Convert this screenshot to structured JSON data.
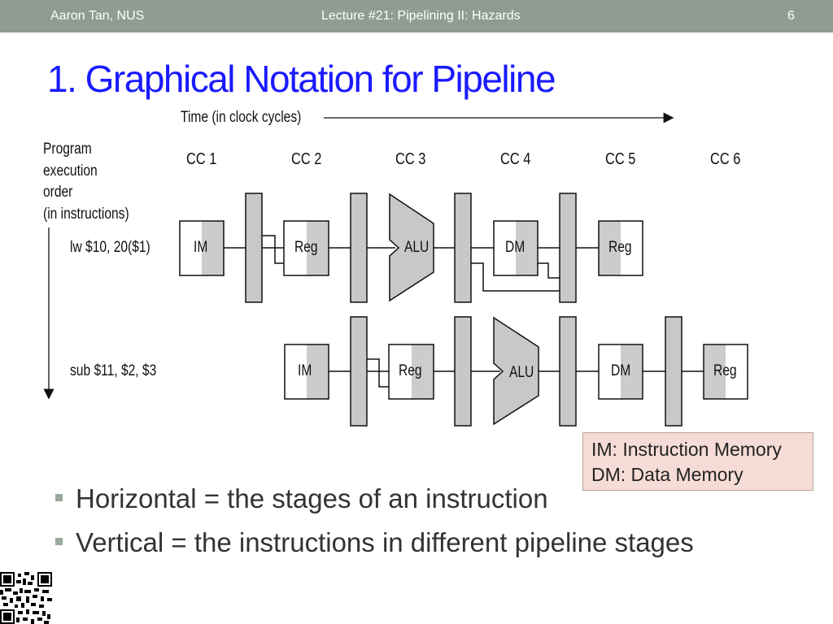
{
  "header": {
    "author": "Aaron Tan, NUS",
    "lecture": "Lecture #21: Pipelining II: Hazards",
    "page": "6"
  },
  "slide": {
    "title": "1. Graphical Notation for Pipeline",
    "time_label": "Time (in clock cycles)",
    "order_label": [
      "Program",
      "execution",
      "order",
      "(in instructions)"
    ],
    "clock_cycles": [
      "CC 1",
      "CC 2",
      "CC 3",
      "CC 4",
      "CC 5",
      "CC 6"
    ],
    "instructions": [
      "lw $10, 20($1)",
      "sub $11, $2, $3"
    ],
    "stages": {
      "im": "IM",
      "reg": "Reg",
      "alu": "ALU",
      "dm": "DM"
    },
    "legend": [
      "IM: Instruction Memory",
      "DM: Data Memory"
    ],
    "bullets": [
      "Horizontal = the stages of an instruction",
      "Vertical = the instructions in different pipeline stages"
    ]
  },
  "colors": {
    "header_bg": "#8e9c91",
    "title": "#1a1aff",
    "stage_shade": "#cccccc",
    "legend_bg": "#f6dcd6"
  }
}
